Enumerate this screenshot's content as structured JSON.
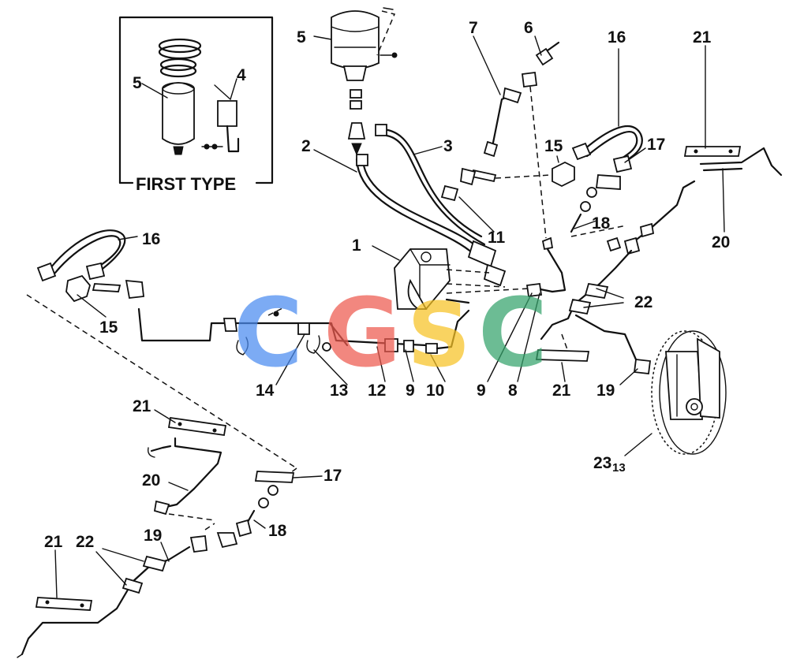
{
  "diagram": {
    "inset_title": "FIRST TYPE",
    "callouts": {
      "c1": "1",
      "c2": "2",
      "c3": "3",
      "c4": "4",
      "c5_main": "5",
      "c5_inset": "5",
      "c6": "6",
      "c7": "7",
      "c8": "8",
      "c9_mid": "9",
      "c9_bottom": "9",
      "c10": "10",
      "c11": "11",
      "c12": "12",
      "c13": "13",
      "c14": "14",
      "c15_right": "15",
      "c15_left": "15",
      "c16_right": "16",
      "c16_left": "16",
      "c17_right": "17",
      "c17_left": "17",
      "c18_right": "18",
      "c18_left": "18",
      "c19_right": "19",
      "c19_left": "19",
      "c20_right": "20",
      "c20_left": "20",
      "c21_top": "21",
      "c21_mid": "21",
      "c21_left_top": "21",
      "c21_left_bottom": "21",
      "c22_right": "22",
      "c22_left": "22",
      "c23": "23",
      "c23_sub": "13"
    }
  },
  "watermark": {
    "letters": [
      "C",
      "G",
      "S",
      "C"
    ],
    "colors": [
      "#4a8cf0",
      "#ee5a4e",
      "#f7c325",
      "#34a36b"
    ]
  }
}
